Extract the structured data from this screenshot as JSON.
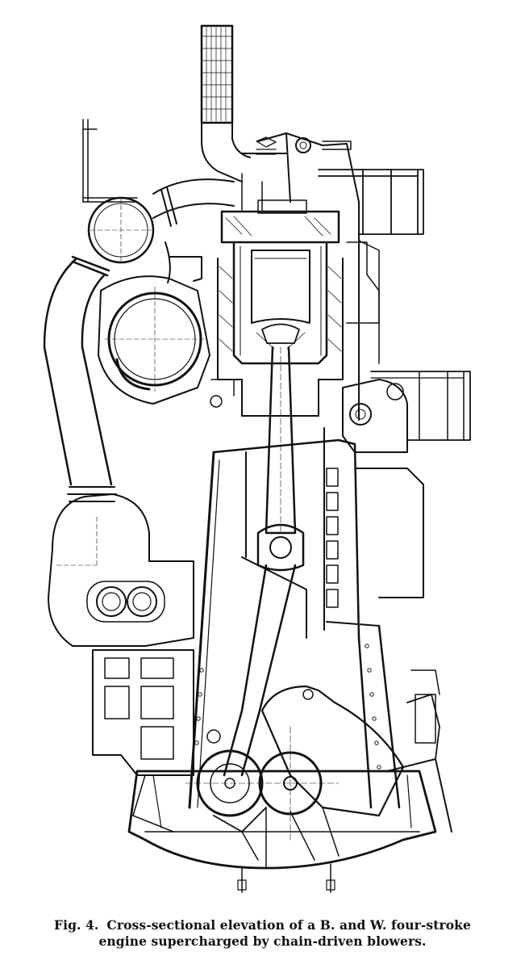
{
  "caption": {
    "figure_label": "Fig. 4.",
    "line1": "Cross-sectional elevation of a B. and W. four-stroke",
    "line2": "engine supercharged by chain-driven blowers."
  },
  "colors": {
    "ink": "#111111",
    "paper": "#ffffff"
  }
}
